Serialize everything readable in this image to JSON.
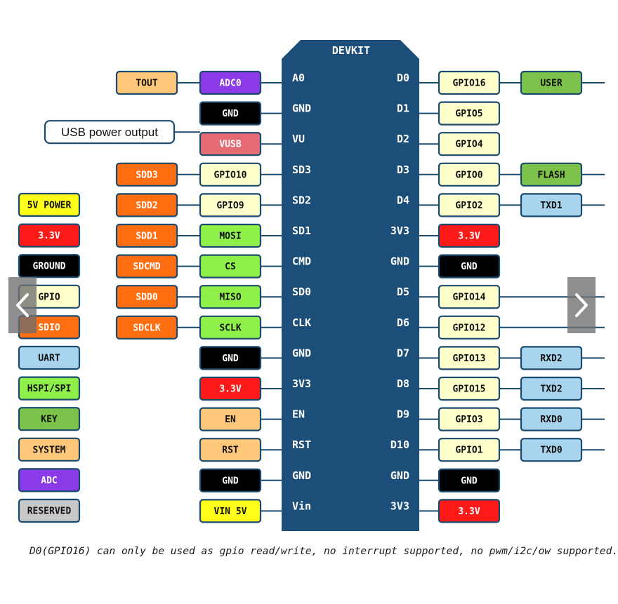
{
  "board": {
    "title": "DEVKIT",
    "left_pins": [
      "A0",
      "GND",
      "VU",
      "SD3",
      "SD2",
      "SD1",
      "CMD",
      "SD0",
      "CLK",
      "GND",
      "3V3",
      "EN",
      "RST",
      "GND",
      "Vin"
    ],
    "right_pins": [
      "D0",
      "D1",
      "D2",
      "D3",
      "D4",
      "3V3",
      "GND",
      "D5",
      "D6",
      "D7",
      "D8",
      "D9",
      "D10",
      "GND",
      "3V3"
    ]
  },
  "colors": {
    "board": "#1b4f7a",
    "power_5v": "#ffff1a",
    "power_3v3": "#ff1a1a",
    "ground": "#000000",
    "gpio": "#ffffcc",
    "sdio": "#ff6f12",
    "uart": "#a9d4ee",
    "spi": "#8ff04a",
    "key": "#7dc24a",
    "system": "#ffc77a",
    "adc": "#8a3ae6",
    "reserved": "#c8c8c8",
    "vusb": "#e66a74",
    "outline": "#1a4a6e"
  },
  "legend": [
    {
      "label": "5V POWER",
      "kind": "power_5v"
    },
    {
      "label": "3.3V",
      "kind": "power_3v3"
    },
    {
      "label": "GROUND",
      "kind": "ground"
    },
    {
      "label": "GPIO",
      "kind": "gpio"
    },
    {
      "label": "SDIO",
      "kind": "sdio"
    },
    {
      "label": "UART",
      "kind": "uart"
    },
    {
      "label": "HSPI/SPI",
      "kind": "spi"
    },
    {
      "label": "KEY",
      "kind": "key"
    },
    {
      "label": "SYSTEM",
      "kind": "system"
    },
    {
      "label": "ADC",
      "kind": "adc"
    },
    {
      "label": "RESERVED",
      "kind": "reserved"
    }
  ],
  "left_outer": [
    {
      "row": 0,
      "label": "TOUT",
      "kind": "system"
    },
    {
      "row": 3,
      "label": "SDD3",
      "kind": "sdio"
    },
    {
      "row": 4,
      "label": "SDD2",
      "kind": "sdio"
    },
    {
      "row": 5,
      "label": "SDD1",
      "kind": "sdio"
    },
    {
      "row": 6,
      "label": "SDCMD",
      "kind": "sdio"
    },
    {
      "row": 7,
      "label": "SDD0",
      "kind": "sdio"
    },
    {
      "row": 8,
      "label": "SDCLK",
      "kind": "sdio"
    }
  ],
  "left_inner": [
    {
      "row": 0,
      "label": "ADC0",
      "kind": "adc"
    },
    {
      "row": 1,
      "label": "GND",
      "kind": "ground"
    },
    {
      "row": 2,
      "label": "VUSB",
      "kind": "vusb"
    },
    {
      "row": 3,
      "label": "GPIO10",
      "kind": "gpio"
    },
    {
      "row": 4,
      "label": "GPIO9",
      "kind": "gpio"
    },
    {
      "row": 5,
      "label": "MOSI",
      "kind": "spi"
    },
    {
      "row": 6,
      "label": "CS",
      "kind": "spi"
    },
    {
      "row": 7,
      "label": "MISO",
      "kind": "spi"
    },
    {
      "row": 8,
      "label": "SCLK",
      "kind": "spi"
    },
    {
      "row": 9,
      "label": "GND",
      "kind": "ground"
    },
    {
      "row": 10,
      "label": "3.3V",
      "kind": "power_3v3"
    },
    {
      "row": 11,
      "label": "EN",
      "kind": "system"
    },
    {
      "row": 12,
      "label": "RST",
      "kind": "system"
    },
    {
      "row": 13,
      "label": "GND",
      "kind": "ground"
    },
    {
      "row": 14,
      "label": "VIN 5V",
      "kind": "power_5v"
    }
  ],
  "usb_callout": {
    "row": 2,
    "label": "USB power output"
  },
  "right_inner": [
    {
      "row": 0,
      "label": "GPIO16",
      "kind": "gpio"
    },
    {
      "row": 1,
      "label": "GPIO5",
      "kind": "gpio"
    },
    {
      "row": 2,
      "label": "GPIO4",
      "kind": "gpio"
    },
    {
      "row": 3,
      "label": "GPIO0",
      "kind": "gpio"
    },
    {
      "row": 4,
      "label": "GPIO2",
      "kind": "gpio"
    },
    {
      "row": 5,
      "label": "3.3V",
      "kind": "power_3v3"
    },
    {
      "row": 6,
      "label": "GND",
      "kind": "ground"
    },
    {
      "row": 7,
      "label": "GPIO14",
      "kind": "gpio"
    },
    {
      "row": 8,
      "label": "GPIO12",
      "kind": "gpio"
    },
    {
      "row": 9,
      "label": "GPIO13",
      "kind": "gpio"
    },
    {
      "row": 10,
      "label": "GPIO15",
      "kind": "gpio"
    },
    {
      "row": 11,
      "label": "GPIO3",
      "kind": "gpio"
    },
    {
      "row": 12,
      "label": "GPIO1",
      "kind": "gpio"
    },
    {
      "row": 13,
      "label": "GND",
      "kind": "ground"
    },
    {
      "row": 14,
      "label": "3.3V",
      "kind": "power_3v3"
    }
  ],
  "right_outer": [
    {
      "row": 0,
      "label": "USER",
      "kind": "key"
    },
    {
      "row": 3,
      "label": "FLASH",
      "kind": "key"
    },
    {
      "row": 4,
      "label": "TXD1",
      "kind": "uart"
    },
    {
      "row": 9,
      "label": "RXD2",
      "kind": "uart"
    },
    {
      "row": 10,
      "label": "TXD2",
      "kind": "uart"
    },
    {
      "row": 11,
      "label": "RXD0",
      "kind": "uart"
    },
    {
      "row": 12,
      "label": "TXD0",
      "kind": "uart"
    }
  ],
  "right_lines_only": [
    7,
    8
  ],
  "footnote": "D0(GPIO16) can only be used as gpio read/write, no interrupt supported, no pwm/i2c/ow supported.",
  "nav": {
    "prev_icon": "chevron-left-icon",
    "next_icon": "chevron-right-icon"
  }
}
